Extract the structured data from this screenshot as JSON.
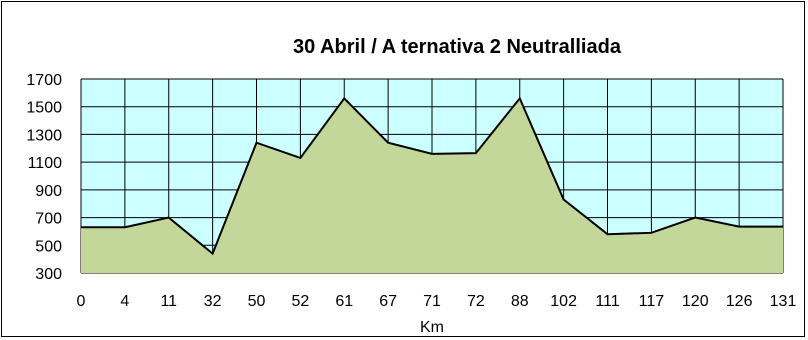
{
  "chart_data": {
    "type": "area",
    "title": "30 Abril  / A ternativa 2 Neutralliada",
    "xlabel": "Km",
    "ylabel": "",
    "x": [
      "0",
      "4",
      "11",
      "32",
      "50",
      "52",
      "61",
      "67",
      "71",
      "72",
      "88",
      "102",
      "111",
      "117",
      "120",
      "126",
      "131"
    ],
    "values": [
      630,
      630,
      700,
      440,
      1240,
      1130,
      1560,
      1240,
      1160,
      1165,
      1560,
      830,
      580,
      590,
      700,
      635,
      635
    ],
    "ylim": [
      300,
      1700
    ],
    "yticks": [
      300,
      500,
      700,
      900,
      1100,
      1300,
      1500,
      1700
    ],
    "grid": true,
    "colors": {
      "plot_background": "#ccffff",
      "fill": "#c4d79b",
      "line": "#000000",
      "grid": "#000000"
    }
  }
}
